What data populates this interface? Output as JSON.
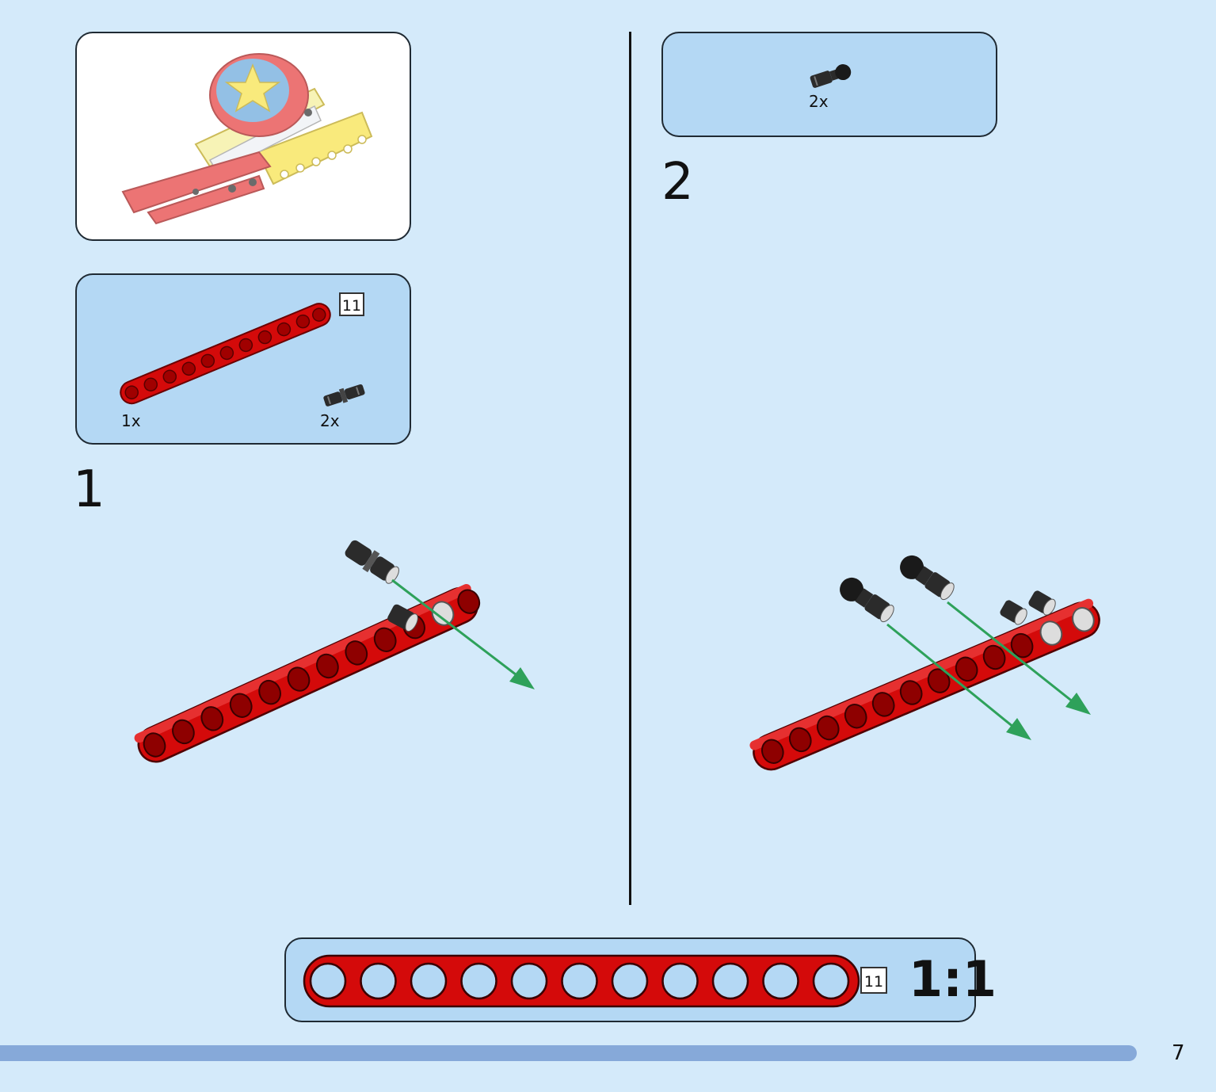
{
  "page": {
    "number": "7"
  },
  "model_preview": {
    "alt": "finished model preview"
  },
  "step1": {
    "number": "1",
    "parts": [
      {
        "icon": "red-beam-11-icon",
        "qty": "1x",
        "length": "11"
      },
      {
        "icon": "connector-peg-icon",
        "qty": "2x"
      }
    ]
  },
  "step2": {
    "number": "2",
    "parts": [
      {
        "icon": "ball-peg-icon",
        "qty": "2x"
      }
    ]
  },
  "scale_reference": {
    "length": "11",
    "ratio": "1:1",
    "holes": 11
  },
  "colors": {
    "background": "#d4eafa",
    "panel": "#b4d8f4",
    "beam_red": "#d40a0a",
    "arrow_green": "#2ea15a",
    "progress_bar": "#86a9d9"
  }
}
